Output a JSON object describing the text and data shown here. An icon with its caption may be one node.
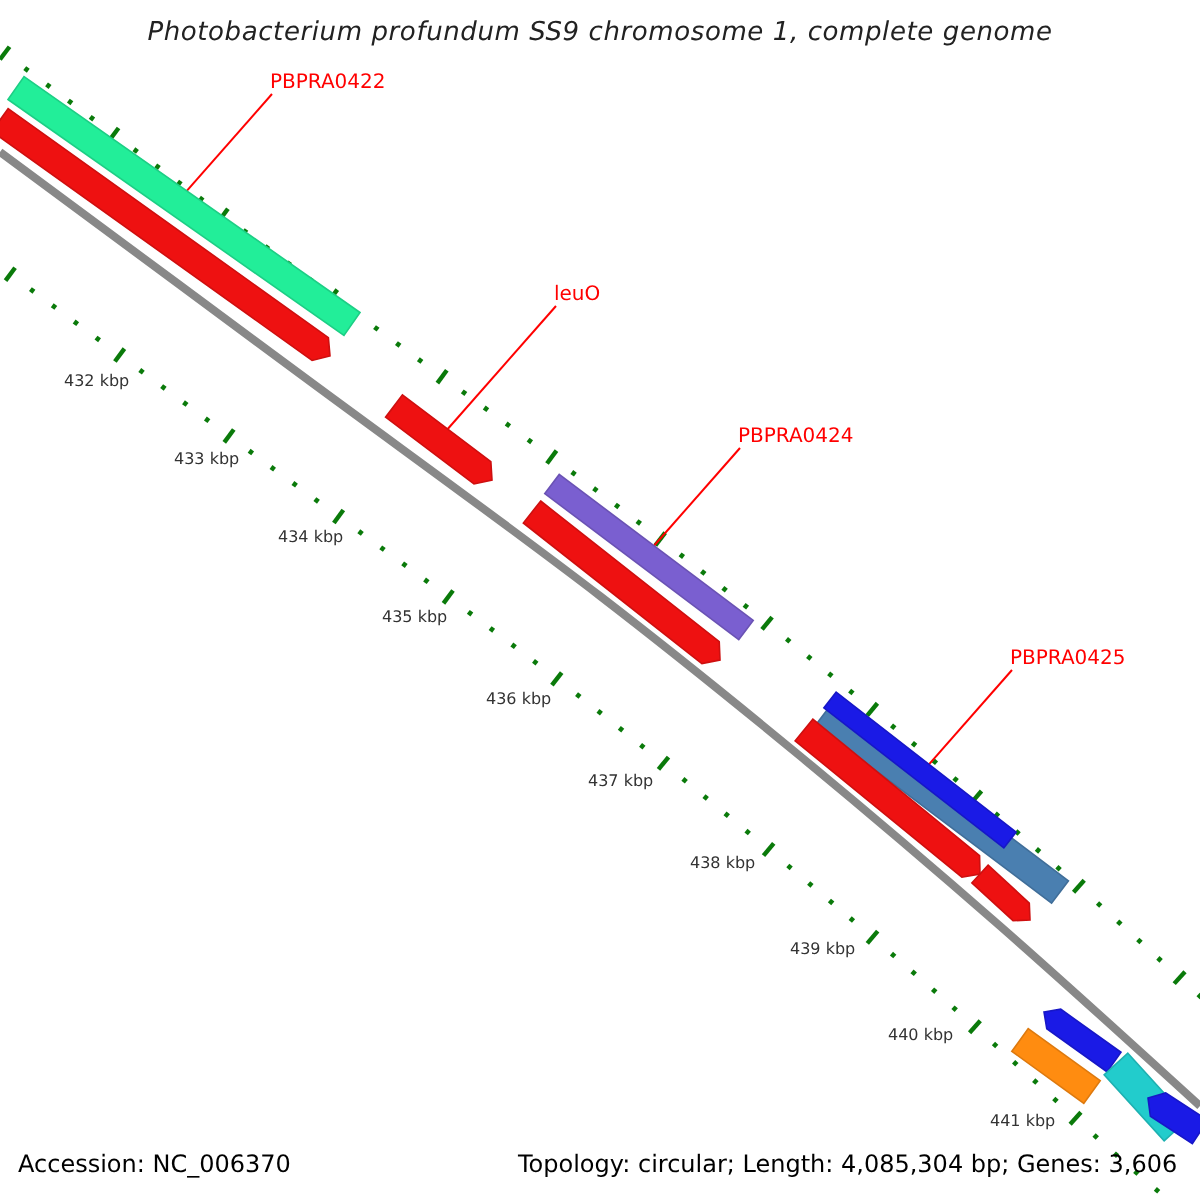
{
  "diagram": {
    "title": "Photobacterium profundum SS9 chromosome 1, complete genome",
    "nodes": [
      {
        "text": [
          "PBPRA0422"
        ]
      },
      {
        "text": [],
        "shape": "bar"
      },
      {
        "text": [
          "leuO"
        ]
      },
      {
        "text": [],
        "shape": "bar"
      },
      {
        "text": [
          "PBPRA0424"
        ]
      },
      {
        "text": [],
        "shape": "bar"
      },
      {
        "text": [
          "PBPRA0425"
        ]
      },
      {
        "text": [],
        "shape": "bar"
      }
    ],
    "edges": [
      {
        "from": 0,
        "to": 1,
        "arrow": "none",
        "color": "#ff0000"
      },
      {
        "from": 2,
        "to": 3,
        "arrow": "none",
        "color": "#ff0000"
      },
      {
        "from": 4,
        "to": 5,
        "arrow": "none",
        "color": "#ff0000"
      },
      {
        "from": 6,
        "to": 7,
        "arrow": "none",
        "color": "#ff0000"
      }
    ],
    "labels": [
      "432 kbp",
      "433 kbp",
      "434 kbp",
      "435 kbp",
      "436 kbp",
      "437 kbp",
      "438 kbp",
      "439 kbp",
      "440 kbp",
      "441 kbp",
      "Accession: NC_006370",
      "Topology: circular; Length: 4,085,304 bp; Genes: 3,606"
    ]
  }
}
